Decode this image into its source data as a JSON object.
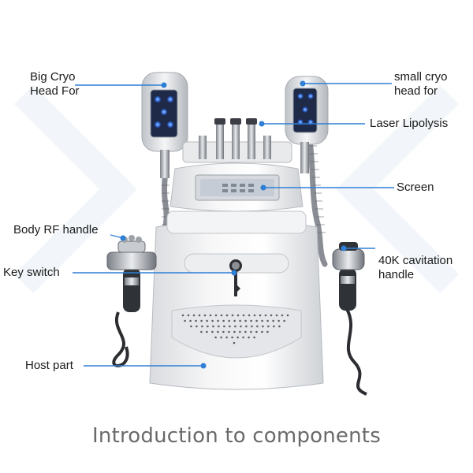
{
  "title": "Introduction to components",
  "accent_color": "#2f7fd6",
  "labels": {
    "big_cryo": [
      "Big Cryo",
      "Head For"
    ],
    "small_cryo": [
      "small cryo",
      "head for"
    ],
    "laser": "Laser Lipolysis",
    "screen": "Screen",
    "body_rf": "Body RF handle",
    "key_switch": "Key switch",
    "cavitation": [
      "40K cavitation",
      "handle"
    ],
    "host": "Host part"
  }
}
